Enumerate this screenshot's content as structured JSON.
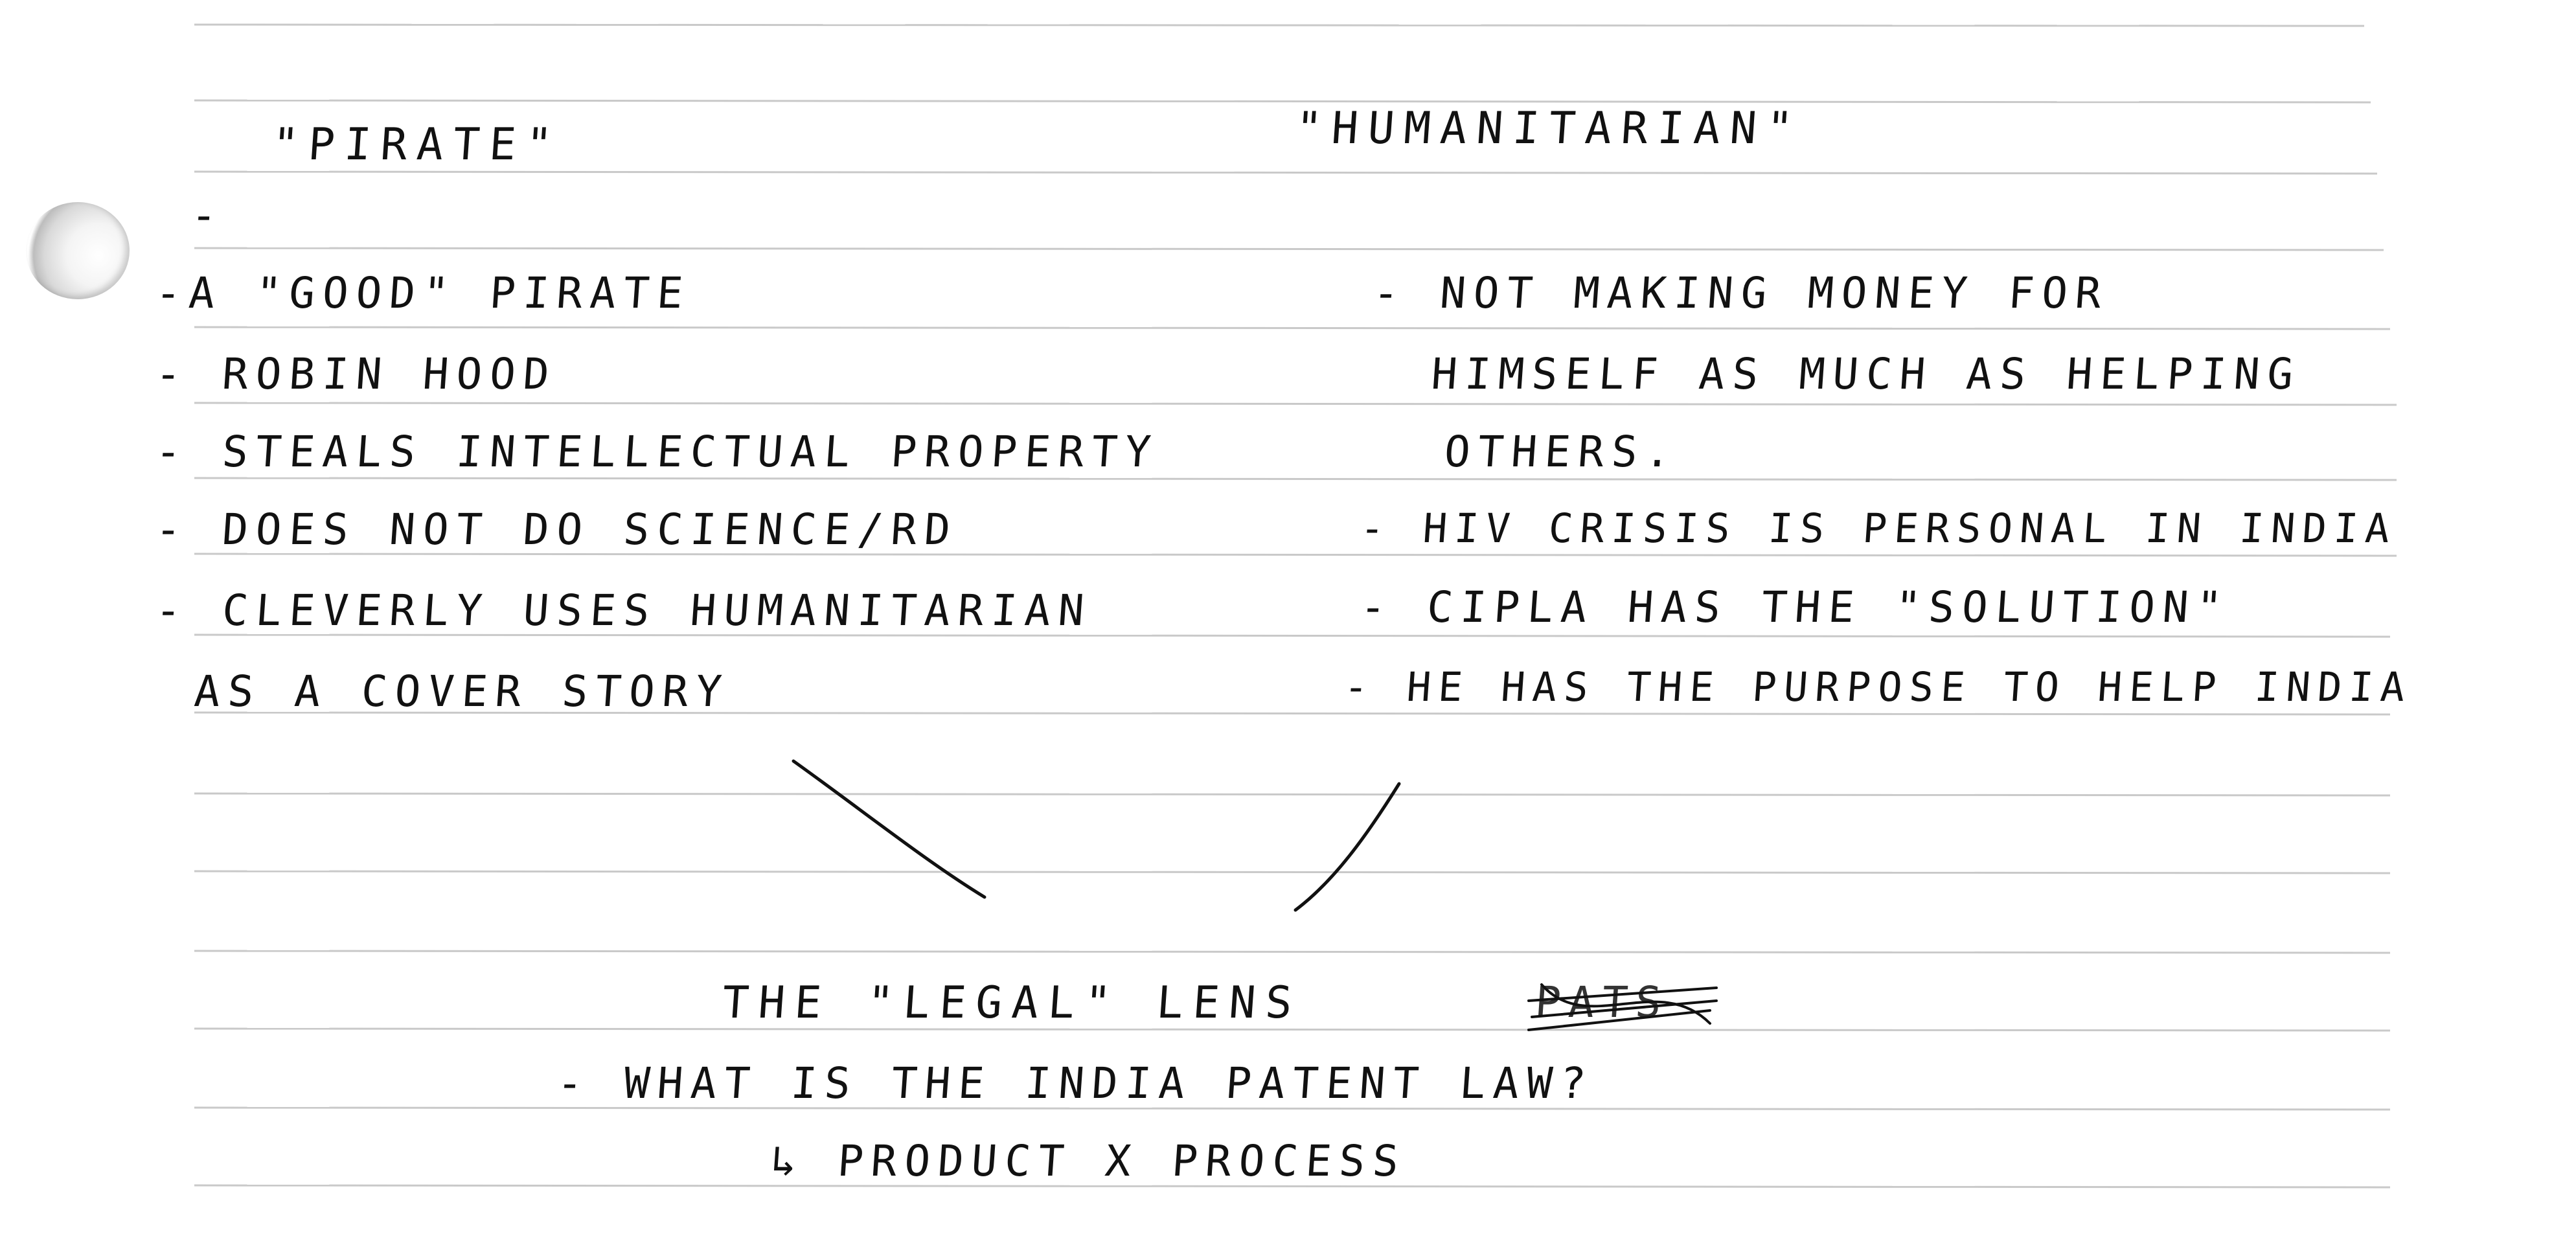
{
  "left_column": {
    "heading": "\"PIRATE\"",
    "lines": [
      "-",
      "-A \"GOOD\" PIRATE",
      "- ROBIN HOOD",
      "- STEALS INTELLECTUAL PROPERTY",
      "- DOES NOT DO SCIENCE/RD",
      "- CLEVERLY USES HUMANITARIAN",
      "AS A COVER STORY"
    ]
  },
  "right_column": {
    "heading": "\"HUMANITARIAN\"",
    "lines": [
      "- NOT MAKING MONEY FOR",
      "HIMSELF AS MUCH AS HELPING",
      "OTHERS.",
      "- HIV CRISIS IS PERSONAL IN INDIA",
      "- CIPLA HAS THE \"SOLUTION\"",
      "- HE HAS THE PURPOSE TO HELP INDIA"
    ]
  },
  "bottom_section": {
    "heading_prefix": "THE \"LEGAL\" LENS",
    "crossed_out": "PATS",
    "lines": [
      "- WHAT IS THE INDIA PATENT LAW?",
      "↳ PRODUCT  X  PROCESS"
    ]
  }
}
